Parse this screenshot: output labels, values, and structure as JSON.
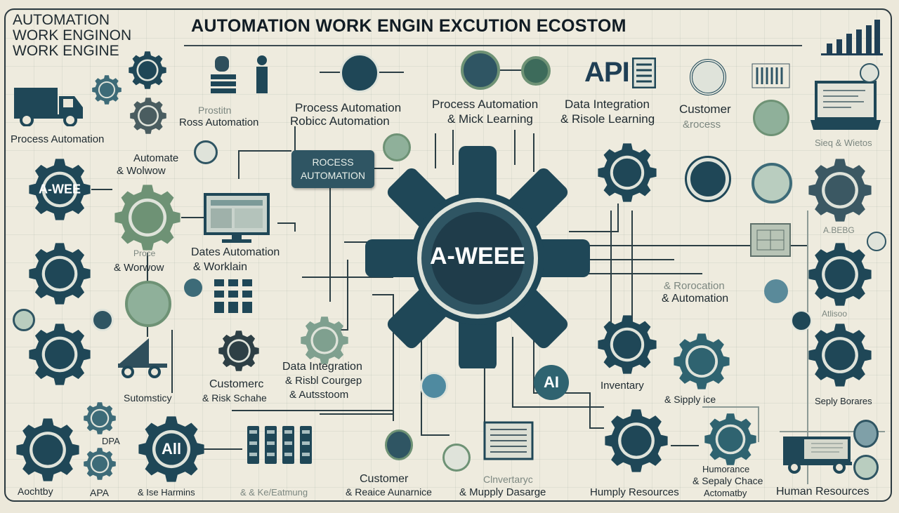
{
  "title": "AUTOMATION WORK ENGIN EXCUTION ECOSTOM",
  "corner_title": [
    "AUTOMATION",
    "WORK ENGINON",
    "WORK ENGINE"
  ],
  "hub": {
    "label": "A-WEEE"
  },
  "process_box": {
    "line1": "ROCESS",
    "line2": "AUTOMATION"
  },
  "api_label": "API",
  "gear_labels": {
    "a_wee": "A-WEE",
    "ai_gear": "All",
    "ai_bubble": "AI"
  },
  "labels": {
    "process_automation_left": "Process Automation",
    "prostitn": "Prostitn",
    "ross_automation": "Ross Automation",
    "pa_top_1": "Process Automation",
    "pa_top_2": "Robicc Automation",
    "pa_ml_1": "Process Automation",
    "pa_ml_2": "& Mick Learning",
    "di_top_1": "Data Integration",
    "di_top_2": "& Risole Learning",
    "customer_top_1": "Customer",
    "customer_top_2": "&rocess",
    "sieq_wietos": "Sieq & Wietos",
    "automate_1": "Automate",
    "automate_2": "& Wolwow",
    "proce_1": "Proce",
    "proce_2": "& Worwow",
    "dates_1": "Dates Automation",
    "dates_2": "& Worklain",
    "rorocation_1": "& Rorocation",
    "rorocation_2": "& Automation",
    "abebg": "A.BEBG",
    "atlisoo": "Atlisoo",
    "di_mid_1": "Data Integration",
    "di_mid_2": "& Risbl Courgep",
    "di_mid_3": "& Autsstoom",
    "customerc_1": "Customerc",
    "customerc_2": "& Risk Schahe",
    "sutomsticy": "Sutomsticy",
    "inventary": "Inventary",
    "supply_ice": "& Sipply ice",
    "seply_borares": "Seply Borares",
    "dpa": "DPA",
    "apa": "APA",
    "aochtby": "Aochtby",
    "ise_harmins": "& Ise Harmins",
    "ke_eatmung": "& & Ke/Eatmung",
    "customer_bot_1": "Customer",
    "customer_bot_2": "& Reaice Aunarnice",
    "clnvertaryc_1": "Clnvertaryc",
    "clnvertaryc_2": "& Mupply Dasarge",
    "humply_resources": "Humply Resources",
    "humorance_1": "Humorance",
    "humorance_2": "& Sepaly Chace",
    "humorance_3": "Actomatby",
    "human_resources": "Human Resources"
  },
  "colors": {
    "background": "#ece8da",
    "dark_teal": "#1f4757",
    "mid_teal": "#3d6b78",
    "sage_green": "#6e9275",
    "light_sage": "#b9cdbf"
  }
}
